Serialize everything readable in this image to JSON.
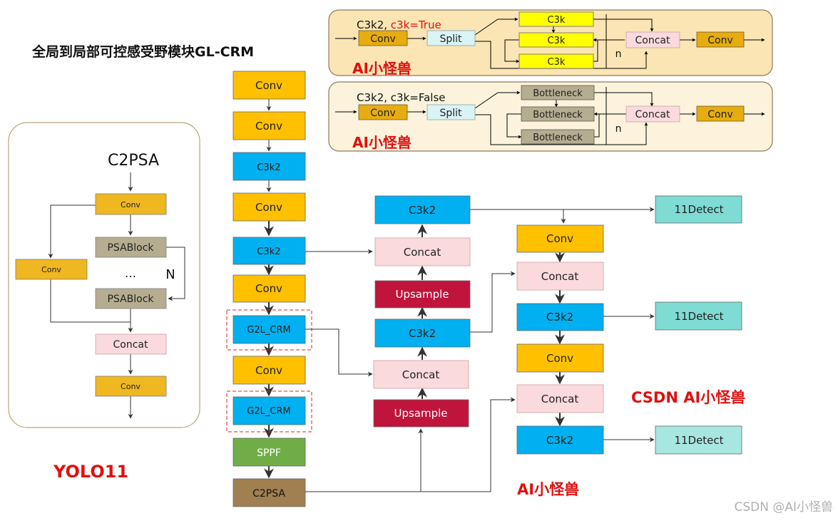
{
  "title": "全局到局部可控感受野模块GL-CRM",
  "model_label": "YOLO11",
  "watermarks": {
    "top": "AI小怪兽",
    "middle": "AI小怪兽",
    "bottom": "AI小怪兽",
    "csdn_red": "CSDN AI小怪兽",
    "csdn_gray": "CSDN @AI小怪兽"
  },
  "colors": {
    "conv": "#ffc000",
    "c3k2": "#00b0f0",
    "concat": "#fadadd",
    "upsample": "#c0143c",
    "sppf": "#70ad47",
    "c2psa": "#a08050",
    "detect": "#7fdcd4",
    "psablock": "#b6ad91",
    "c2psa_conv": "#efb720",
    "split": "#daf3f5",
    "c3k": "#ffff00",
    "panel": "#fbe5b4"
  },
  "c2psa_panel": {
    "title": "C2PSA",
    "conv_top": "Conv",
    "conv_side": "Conv",
    "psablock_1": "PSABlock",
    "dots": "…",
    "repeat": "N",
    "psablock_2": "PSABlock",
    "concat": "Concat",
    "conv_bottom": "Conv"
  },
  "c3k2_true_panel": {
    "title_prefix": "C3k2, ",
    "title_flag": "c3k=True",
    "conv_in": "Conv",
    "split": "Split",
    "block_1": "C3k",
    "block_2": "C3k",
    "block_3": "C3k",
    "concat": "Concat",
    "conv_out": "Conv",
    "repeat": "n"
  },
  "c3k2_false_panel": {
    "title": "C3k2, c3k=False",
    "conv_in": "Conv",
    "split": "Split",
    "block_1": "Bottleneck",
    "block_2": "Bottleneck",
    "block_3": "Bottleneck",
    "concat": "Concat",
    "conv_out": "Conv",
    "repeat": "n"
  },
  "backbone": [
    "Conv",
    "Conv",
    "C3k2",
    "Conv",
    "C3k2",
    "Conv",
    "G2L_CRM",
    "Conv",
    "G2L_CRM",
    "SPPF",
    "C2PSA"
  ],
  "neck_col1": [
    "C3k2",
    "Concat",
    "Upsample",
    "C3k2",
    "Concat",
    "Upsample"
  ],
  "neck_col2": [
    "Conv",
    "Concat",
    "C3k2",
    "Conv",
    "Concat",
    "C3k2"
  ],
  "detect_heads": [
    "11Detect",
    "11Detect",
    "11Detect"
  ]
}
